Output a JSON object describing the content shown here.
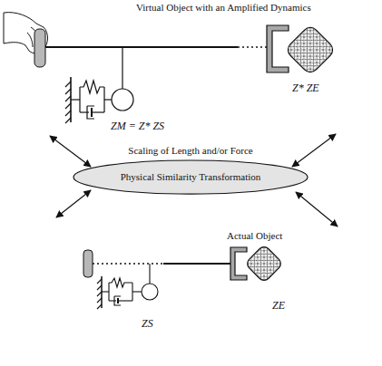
{
  "diagram": {
    "nodes": [
      {
        "text": [
          "Scaling of Length and/or Force",
          "Physical Similarity Transformation"
        ]
      }
    ],
    "labels": [
      "Virtual Object with an Amplified Dynamics",
      "Z* ZE",
      "ZM = Z* ZS",
      "Actual Object",
      "ZE",
      "ZS"
    ]
  }
}
